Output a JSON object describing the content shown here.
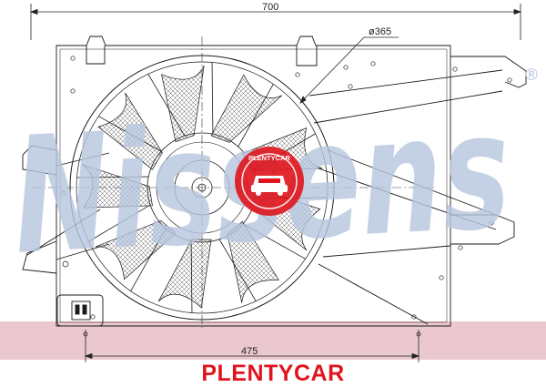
{
  "drawing": {
    "dim_top": "700",
    "dim_diameter": "ø365",
    "dim_bottom": "475"
  },
  "watermark": {
    "logo_text": "Nissens",
    "registered_mark": "®",
    "badge_label": "PLENTYCAR"
  },
  "footer": {
    "brand": "PLENTYCAR"
  },
  "colors": {
    "watermark_blue": "#b7c6de",
    "band_pink": "#ebc8d0",
    "badge_red": "#e0141c",
    "line": "#1a1a1a"
  }
}
